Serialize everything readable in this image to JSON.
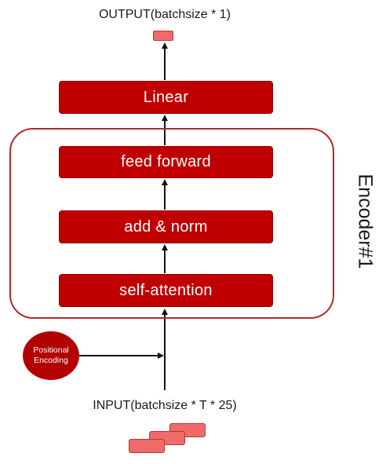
{
  "output_label": "OUTPUT(batchsize * 1)",
  "input_label": "INPUT(batchsize * T * 25)",
  "blocks": {
    "linear": "Linear",
    "feed_forward": "feed forward",
    "add_norm": "add & norm",
    "self_attention": "self-attention"
  },
  "encoder_label": "Encoder#1",
  "positional_encoding": {
    "line1": "Positional",
    "line2": "Encoding"
  },
  "colors": {
    "block": "#c00000",
    "token": "#f06a6a",
    "encoder_border": "#b32a2a",
    "arrow": "#111111"
  }
}
